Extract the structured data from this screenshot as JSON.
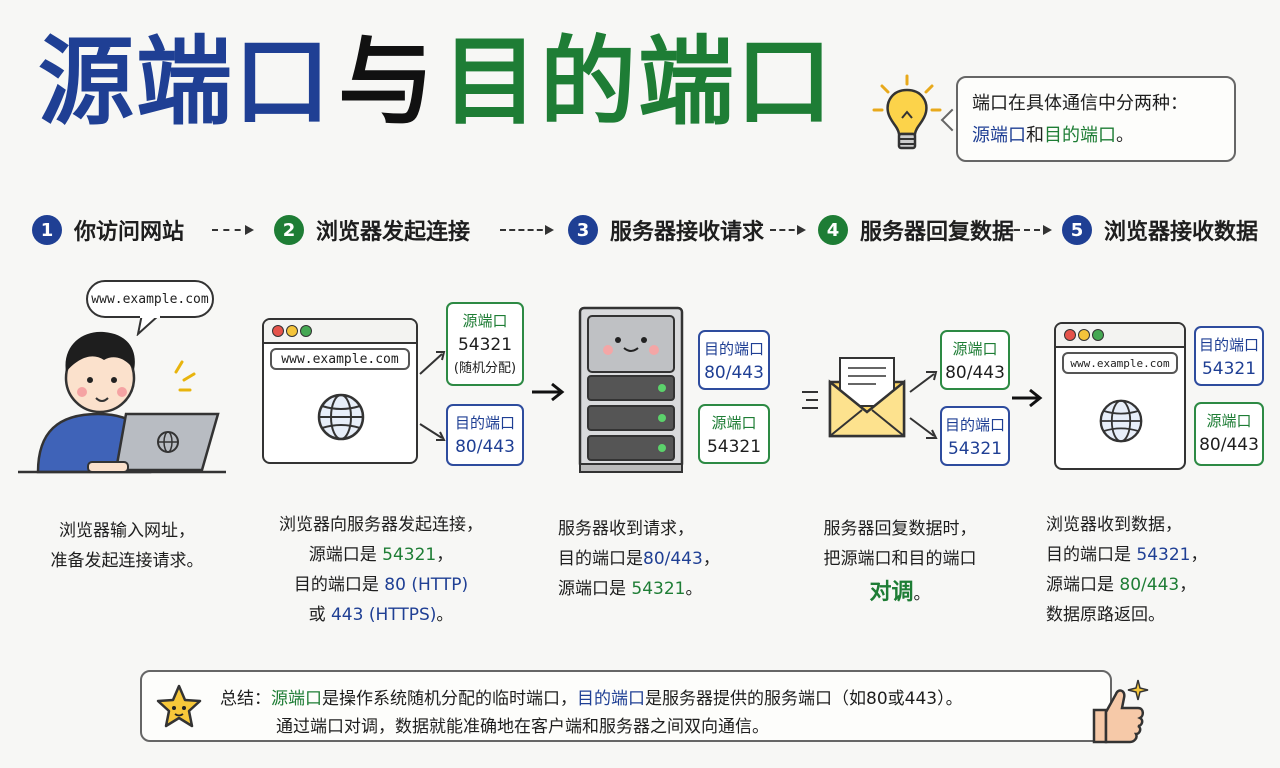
{
  "title": {
    "part1": "源端口",
    "part2": "与",
    "part3": "目的端口"
  },
  "intro": {
    "line1": "端口在具体通信中分两种：",
    "source": "源端口",
    "and": "和",
    "dest": "目的端口",
    "end": "。"
  },
  "steps": [
    {
      "num": "1",
      "label": "你访问网站"
    },
    {
      "num": "2",
      "label": "浏览器发起连接"
    },
    {
      "num": "3",
      "label": "服务器接收请求"
    },
    {
      "num": "4",
      "label": "服务器回复数据"
    },
    {
      "num": "5",
      "label": "浏览器接收数据"
    }
  ],
  "speech_url": "www.example.com",
  "browser_url": "www.example.com",
  "ports": {
    "step2_src": {
      "label": "源端口",
      "value": "54321",
      "note": "(随机分配)"
    },
    "step2_dst": {
      "label": "目的端口",
      "value": "80/443"
    },
    "step3_dst": {
      "label": "目的端口",
      "value": "80/443"
    },
    "step3_src": {
      "label": "源端口",
      "value": "54321"
    },
    "step4_src": {
      "label": "源端口",
      "value": "80/443"
    },
    "step4_dst": {
      "label": "目的端口",
      "value": "54321"
    },
    "step5_dst": {
      "label": "目的端口",
      "value": "54321"
    },
    "step5_src": {
      "label": "源端口",
      "value": "80/443"
    }
  },
  "desc": {
    "d1": {
      "l1": "浏览器输入网址，",
      "l2": "准备发起连接请求。"
    },
    "d2": {
      "l1": "浏览器向服务器发起连接，",
      "l2a": "源端口是 ",
      "l2b": "54321",
      "l2c": "，",
      "l3a": "目的端口是 ",
      "l3b": "80 (HTTP)",
      "l4a": "或 ",
      "l4b": "443 (HTTPS)",
      "l4c": "。"
    },
    "d3": {
      "l1": "服务器收到请求，",
      "l2a": "目的端口是",
      "l2b": "80/443",
      "l2c": "，",
      "l3a": "源端口是 ",
      "l3b": "54321",
      "l3c": "。"
    },
    "d4": {
      "l1": "服务器回复数据时，",
      "l2": "把源端口和目的端口",
      "l3a": "对调",
      "l3b": "。"
    },
    "d5": {
      "l1": "浏览器收到数据，",
      "l2a": "目的端口是 ",
      "l2b": "54321",
      "l2c": "，",
      "l3a": "源端口是 ",
      "l3b": "80/443",
      "l3c": "，",
      "l4": "数据原路返回。"
    }
  },
  "summary": {
    "prefix": "总结：",
    "src": "源端口",
    "mid": "是操作系统随机分配的临时端口，",
    "dst": "目的端口",
    "end": "是服务器提供的服务端口（如80或443）。",
    "line2": "通过端口对调，数据就能准确地在客户端和服务器之间双向通信。"
  }
}
